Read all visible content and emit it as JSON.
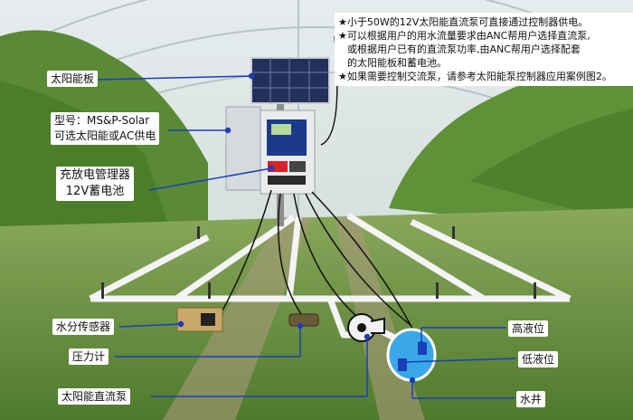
{
  "notes": {
    "line1": "★小于50W的12V太阳能直流泵可直接通过控制器供电。",
    "line2": "★可以根据用户的用水流量要求由ANC帮用户选择直流泵,",
    "line3": "或根据用户已有的直流泵功率,由ANC帮用户选择配套",
    "line4": "的太阳能板和蓄电池。",
    "line5": "★如果需要控制交流泵，请参考太阳能泵控制器应用案例图2。"
  },
  "labels": {
    "solar_panel": "太阳能板",
    "model_line1": "型号：MS&P-Solar",
    "model_line2": "可选太阳能或AC供电",
    "controller_line1": "充放电管理器",
    "controller_line2": "12V蓄电池",
    "moisture_sensor": "水分传感器",
    "pressure_gauge": "压力计",
    "dc_pump": "太阳能直流泵",
    "high_level": "高液位",
    "low_level": "低液位",
    "well": "水井"
  },
  "colors": {
    "callout_line": "#1a3fb8",
    "sky": "#dfe7e9",
    "foliage": "#5f8f3a",
    "ground": "#7a9a4e",
    "pipe": "#f4f4f4",
    "box": "#e9ebec",
    "well": "#3aa7e8"
  }
}
